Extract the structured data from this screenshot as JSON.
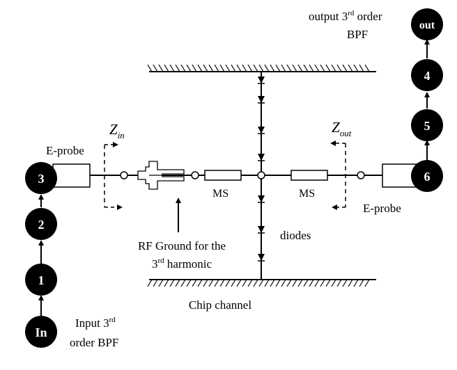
{
  "nodes": {
    "in": "In",
    "n1": "1",
    "n2": "2",
    "n3": "3",
    "n6": "6",
    "n5": "5",
    "n4": "4",
    "out": "out"
  },
  "labels": {
    "e_probe_left": "E-probe",
    "e_probe_right": "E-probe",
    "z_in_main": "Z",
    "z_in_sub": "in",
    "z_out_main": "Z",
    "z_out_sub": "out",
    "ms_left": "MS",
    "ms_right": "MS",
    "diodes": "diodes",
    "rf_ground_line1": "RF Ground for the",
    "rf_ground_line2_pre": "3",
    "rf_ground_line2_sup": "rd",
    "rf_ground_line2_post": " harmonic",
    "chip_channel": "Chip channel",
    "input_bpf_line1_pre": "Input 3",
    "input_bpf_line1_sup": "rd",
    "input_bpf_line2": "order BPF",
    "output_bpf_line1_pre": "output 3",
    "output_bpf_line1_sup": "rd",
    "output_bpf_line1_post": " order",
    "output_bpf_line2": "BPF"
  },
  "colors": {
    "stroke": "#000000",
    "node_fill": "#000000",
    "node_text": "#ffffff",
    "background": "#ffffff"
  }
}
